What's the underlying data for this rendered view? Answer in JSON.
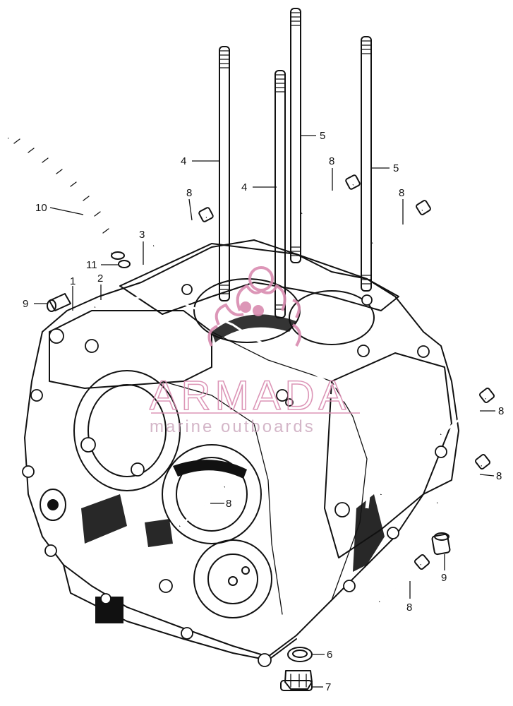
{
  "callouts": {
    "c1": "1",
    "c2": "2",
    "c3": "3",
    "c4a": "4",
    "c4b": "4",
    "c5a": "5",
    "c5b": "5",
    "c6": "6",
    "c7": "7",
    "c8a": "8",
    "c8b": "8",
    "c8c": "8",
    "c8d": "8",
    "c8e": "8",
    "c8f": "8",
    "c8g": "8",
    "c9a": "9",
    "c9b": "9",
    "c10": "10",
    "c11": "11"
  },
  "watermark": {
    "brand": "ARMADA",
    "tagline": "marine outboards",
    "color": "#d98bb0"
  }
}
